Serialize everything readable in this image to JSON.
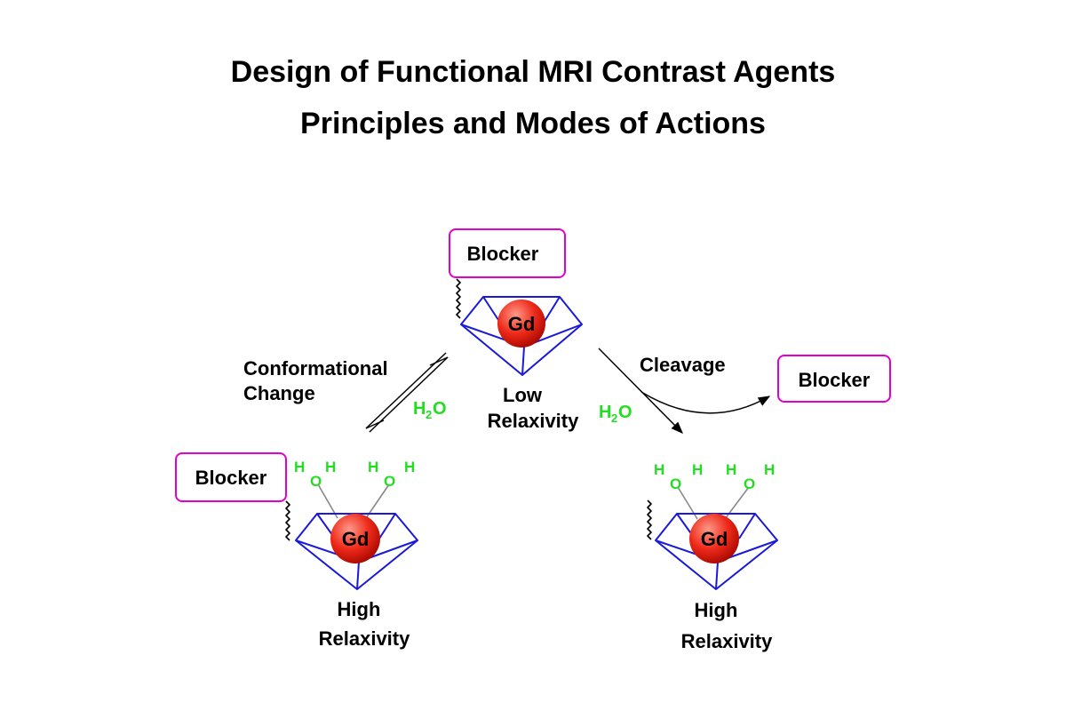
{
  "title": {
    "line1": "Design of Functional MRI Contrast Agents",
    "line2": "Principles and Modes of Actions"
  },
  "labels": {
    "blocker": "Blocker",
    "metal": "Gd",
    "low_1": "Low",
    "low_2": "Relaxivity",
    "high_1": "High",
    "high_2": "Relaxivity",
    "conformational_1": "Conformational",
    "conformational_2": "Change",
    "cleavage": "Cleavage",
    "water_h": "H",
    "water_o": "O",
    "water_sub": "2"
  },
  "colors": {
    "blocker_border": "#e000d0",
    "cage": "#1a1ad8",
    "water": "#22dd22",
    "sphere_light": "#ff9a8a",
    "sphere_mid": "#ee2a1a",
    "sphere_dark": "#a80800",
    "text": "#000000"
  }
}
